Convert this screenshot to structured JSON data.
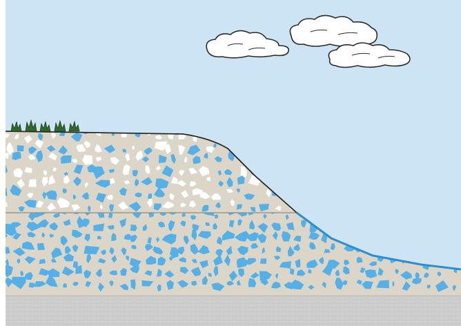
{
  "scene": {
    "colors": {
      "sky": "#cde4f5",
      "soil": "#dcd6c8",
      "water": "#54b0e6",
      "dry_pore": "#ffffff",
      "bedrock": "#cdcdcd",
      "outline": "#2a2a2a",
      "grass": "#2f6b2a"
    },
    "components": [
      "sky",
      "clouds",
      "grass",
      "hill-upper-layer-dry",
      "hill-lower-layer-saturated",
      "water-surface-line",
      "bedrock"
    ]
  }
}
